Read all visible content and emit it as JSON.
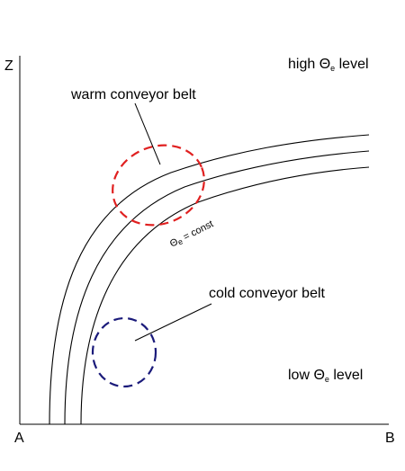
{
  "axes": {
    "y_label": "Z",
    "origin_label": "A",
    "x_end_label": "B"
  },
  "levels": {
    "high": {
      "prefix": "high ",
      "symbol": "Θ",
      "sub": "e",
      "suffix": " level"
    },
    "low": {
      "prefix": "low ",
      "symbol": "Θ",
      "sub": "e",
      "suffix": " level"
    }
  },
  "isentrope": {
    "symbol": "Θ",
    "sub": "e",
    "suffix": " = const"
  },
  "belts": {
    "warm": {
      "label": "warm conveyor belt",
      "color": "#e02020"
    },
    "cold": {
      "label": "cold conveyor belt",
      "color": "#1a1a7a"
    }
  }
}
